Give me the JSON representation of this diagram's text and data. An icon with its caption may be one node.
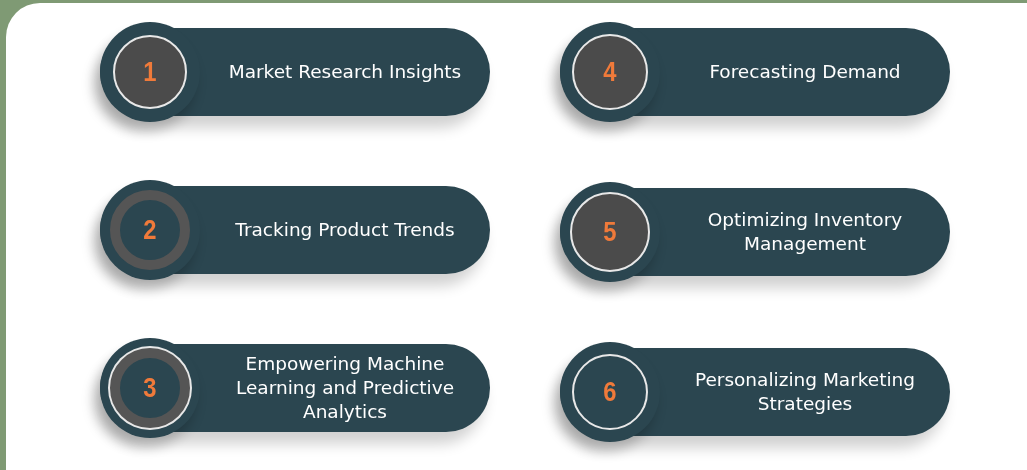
{
  "diagram": {
    "nodes": [
      {
        "text": [
          "1",
          "Market Research Insights"
        ]
      },
      {
        "text": [
          "2",
          "Tracking Product Trends"
        ]
      },
      {
        "text": [
          "3",
          "Empowering Machine Learning and Predictive Analytics"
        ]
      },
      {
        "text": [
          "4",
          "Forecasting Demand"
        ]
      },
      {
        "text": [
          "5",
          "Optimizing Inventory Management"
        ]
      },
      {
        "text": [
          "6",
          "Personalizing Marketing Strategies"
        ]
      }
    ]
  }
}
